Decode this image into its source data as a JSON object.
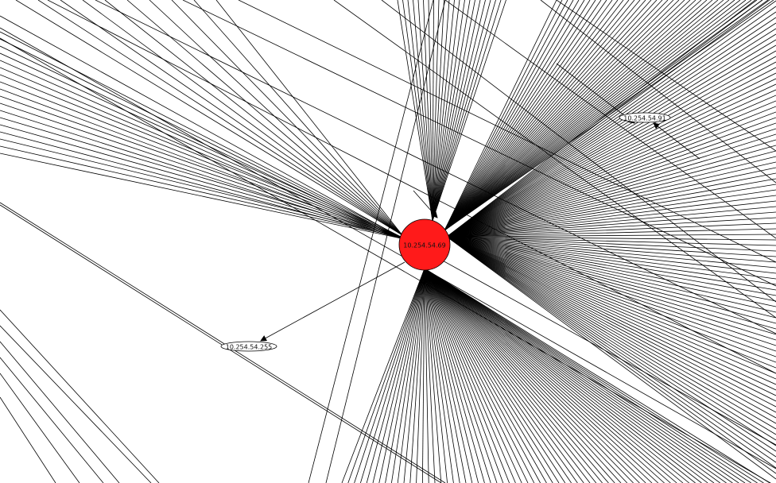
{
  "graph": {
    "hub_node": {
      "label": "10.254.54.69",
      "color": "#ff1a1a"
    },
    "nodes": [
      {
        "label": "10.254.54.91"
      },
      {
        "label": "10.254.54.255"
      }
    ],
    "edge_color": "#000000",
    "background_color": "#ffffff"
  }
}
